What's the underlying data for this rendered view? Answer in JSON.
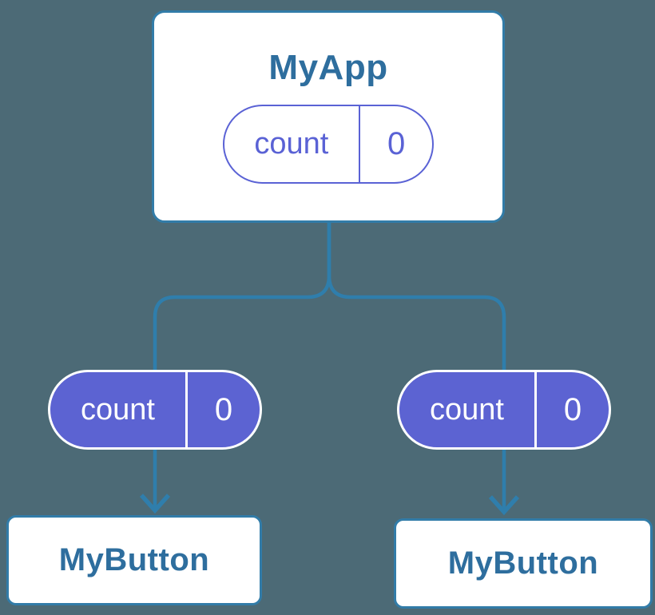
{
  "diagram": {
    "root": {
      "title": "MyApp",
      "state": {
        "label": "count",
        "value": "0"
      }
    },
    "children": [
      {
        "title": "MyButton",
        "state": {
          "label": "count",
          "value": "0"
        }
      },
      {
        "title": "MyButton",
        "state": {
          "label": "count",
          "value": "0"
        }
      }
    ]
  },
  "colors": {
    "background": "#4C6A76",
    "card_background": "#FFFFFF",
    "card_border": "#327CA8",
    "card_title_text": "#2E6E9E",
    "connector": "#2F7EAC",
    "state_pill_purple": "#5C63D2",
    "state_pill_outline": "#5A62D5",
    "state_pill_text_on_purple": "#FFFFFF"
  }
}
